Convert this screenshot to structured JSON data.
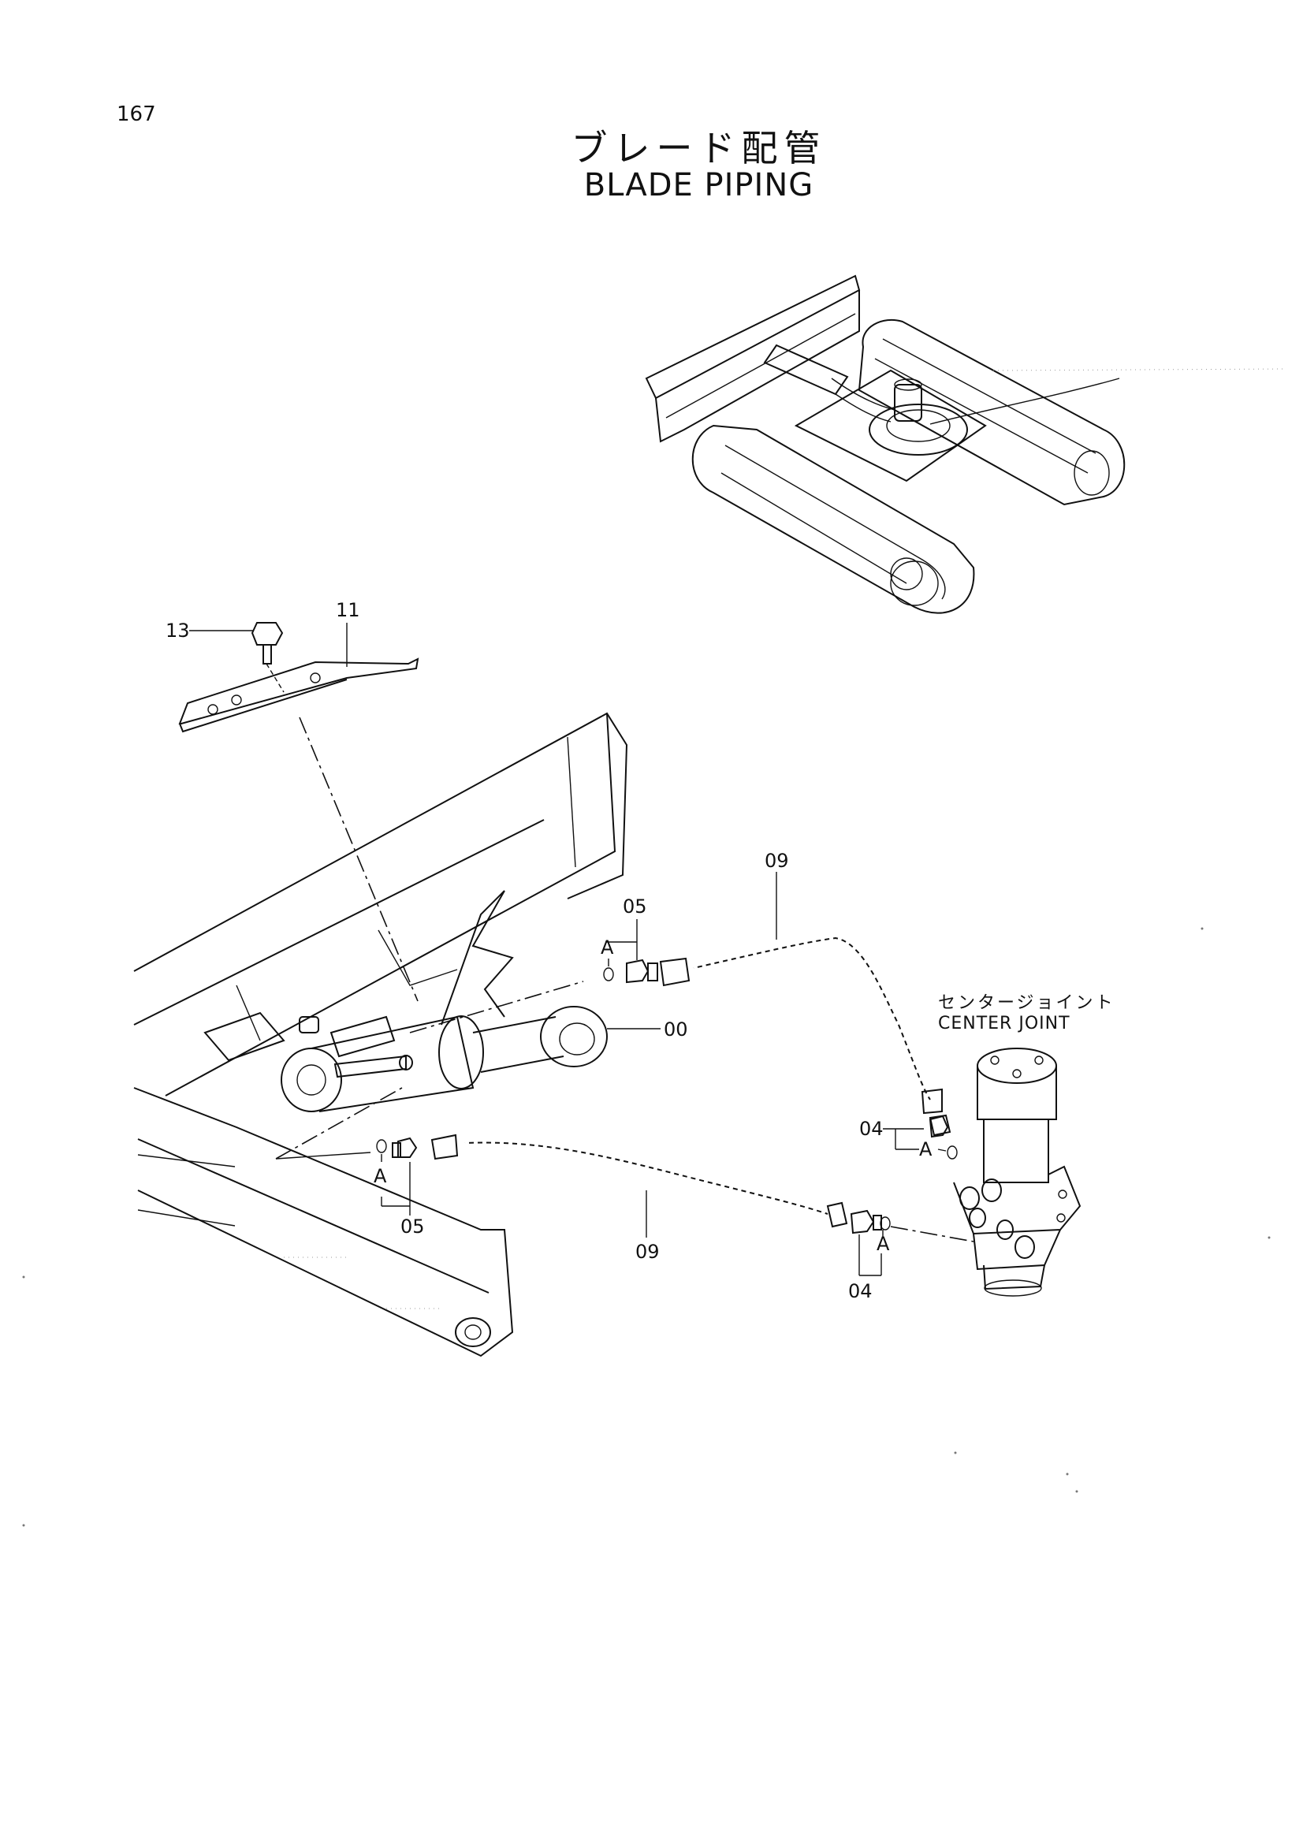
{
  "page_number": "167",
  "title": {
    "japanese": "ブレード配管",
    "english": "BLADE PIPING"
  },
  "callouts": {
    "center_joint_jp": "センタージョイント",
    "center_joint_en": "CENTER JOINT"
  },
  "parts": {
    "p13": "13",
    "p11": "11",
    "p09_upper": "09",
    "p05_upper": "05",
    "a_upper": "A",
    "p00": "00",
    "p04_right": "04",
    "a_right": "A",
    "p05_lower": "05",
    "a_lower": "A",
    "p09_lower": "09",
    "p04_bottom": "04",
    "a_bottom": "A"
  }
}
